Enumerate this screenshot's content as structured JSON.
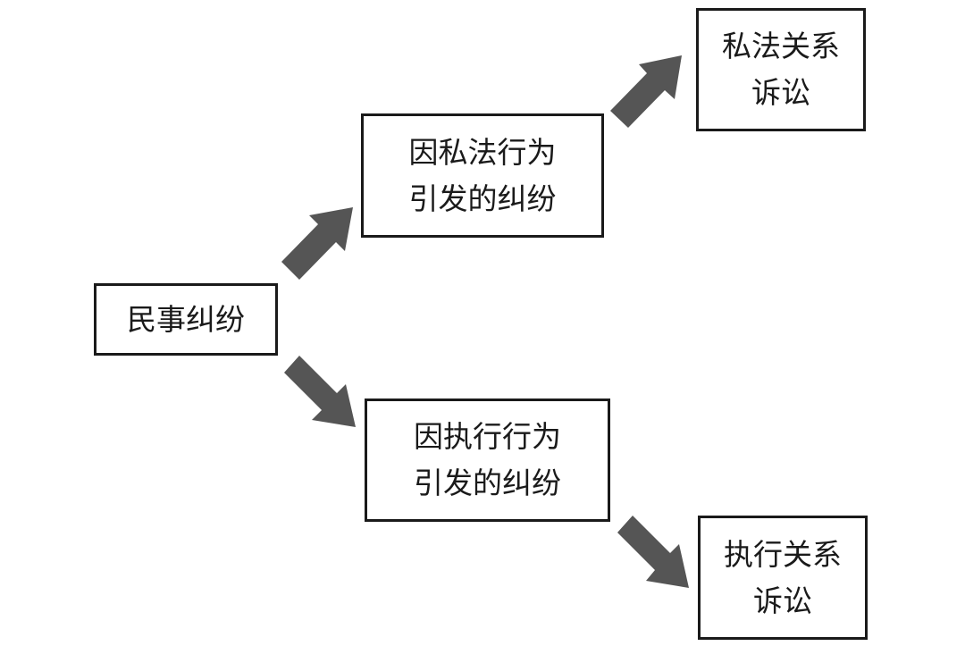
{
  "nodes": {
    "root": {
      "lines": [
        "民事纠纷"
      ]
    },
    "private_dispute": {
      "lines": [
        "因私法行为",
        "引发的纠纷"
      ]
    },
    "execution_dispute": {
      "lines": [
        "因执行行为",
        "引发的纠纷"
      ]
    },
    "private_litigation": {
      "lines": [
        "私法关系",
        "诉讼"
      ]
    },
    "execution_litigation": {
      "lines": [
        "执行关系",
        "诉讼"
      ]
    }
  },
  "edges": [
    {
      "from": "root",
      "to": "private_dispute"
    },
    {
      "from": "root",
      "to": "execution_dispute"
    },
    {
      "from": "private_dispute",
      "to": "private_litigation"
    },
    {
      "from": "execution_dispute",
      "to": "execution_litigation"
    }
  ],
  "colors": {
    "arrow_fill": "#555555",
    "box_border": "#1a1a1a",
    "text": "#1a1a1a",
    "background": "#ffffff"
  }
}
